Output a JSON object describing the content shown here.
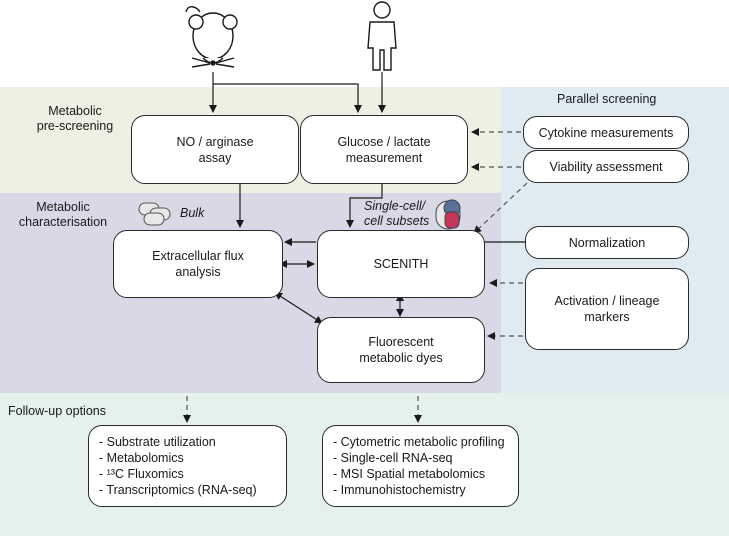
{
  "sections": {
    "prescreening": "Metabolic\npre-screening",
    "parallel": "Parallel screening",
    "characterisation": "Metabolic\ncharacterisation",
    "followup": "Follow-up options"
  },
  "tags": {
    "bulk": "Bulk",
    "single_cell": "Single-cell/\ncell subsets"
  },
  "boxes": {
    "no_arginase": "NO / arginase\nassay",
    "glucose_lactate": "Glucose / lactate\nmeasurement",
    "cytokine": "Cytokine measurements",
    "viability": "Viability assessment",
    "normalization": "Normalization",
    "activation": "Activation / lineage\nmarkers",
    "extracellular_flux": "Extracellular flux\nanalysis",
    "scenith": "SCENITH",
    "fluorescent_dyes": "Fluorescent\nmetabolic dyes"
  },
  "followup_bulk": [
    "- Substrate utilization",
    "- Metabolomics",
    "- ¹³C Fluxomics",
    "- Transcriptomics (RNA-seq)"
  ],
  "followup_single": [
    "- Cytometric metabolic profiling",
    "- Single-cell RNA-seq",
    "- MSI Spatial metabolomics",
    "- Immunohistochemistry"
  ],
  "colors": {
    "prescreening_bg": "#efefe4",
    "characterisation_bg": "#d9d8e7",
    "parallel_bg": "#dfeaf1",
    "followup_bg": "#e5f1ec"
  },
  "icons": [
    "mouse-icon",
    "human-icon",
    "bulk-cells-icon",
    "single-cell-icon"
  ]
}
